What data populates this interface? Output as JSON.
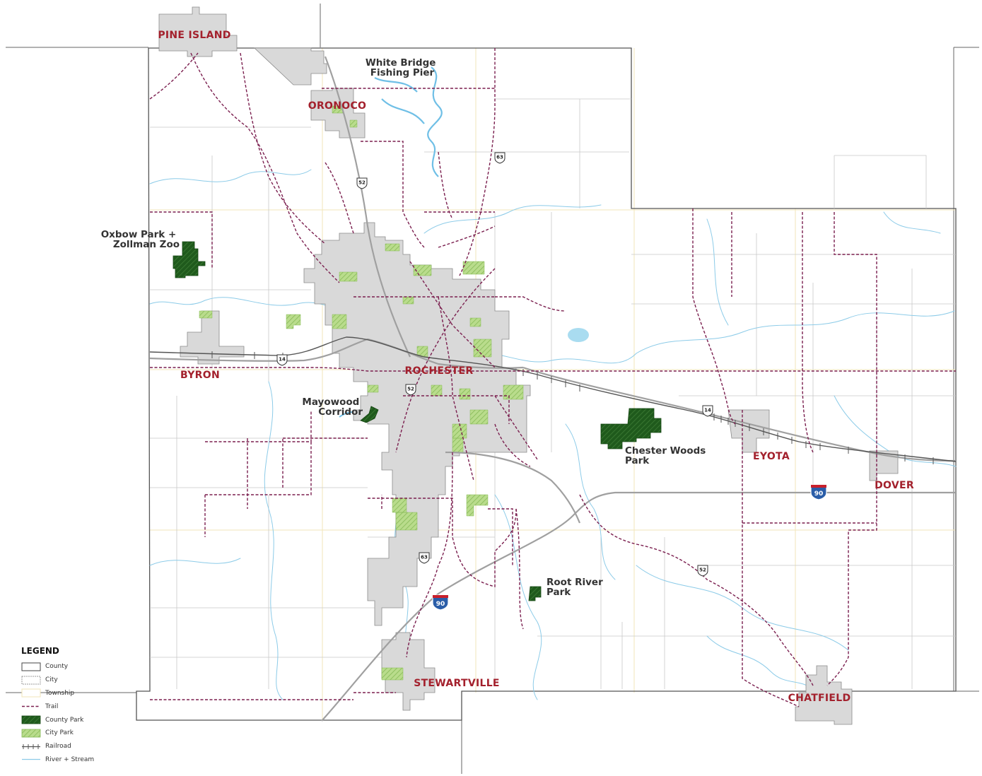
{
  "cities": [
    {
      "id": "pine-island",
      "label": "PINE ISLAND"
    },
    {
      "id": "oronoco",
      "label": "ORONOCO"
    },
    {
      "id": "byron",
      "label": "BYRON"
    },
    {
      "id": "rochester",
      "label": "ROCHESTER"
    },
    {
      "id": "eyota",
      "label": "EYOTA"
    },
    {
      "id": "dover",
      "label": "DOVER"
    },
    {
      "id": "stewartville",
      "label": "STEWARTVILLE"
    },
    {
      "id": "chatfield",
      "label": "CHATFIELD"
    }
  ],
  "parks": [
    {
      "id": "white-bridge",
      "lines": [
        "White Bridge",
        "Fishing Pier"
      ]
    },
    {
      "id": "oxbow",
      "lines": [
        "Oxbow Park +",
        "Zollman Zoo"
      ]
    },
    {
      "id": "mayowood",
      "lines": [
        "Mayowood",
        "Corridor"
      ]
    },
    {
      "id": "chester-woods",
      "lines": [
        "Chester Woods",
        "Park"
      ]
    },
    {
      "id": "root-river",
      "lines": [
        "Root River",
        "Park"
      ]
    }
  ],
  "route_shields": [
    "52",
    "63",
    "14",
    "90"
  ],
  "legend": {
    "title": "LEGEND",
    "items": [
      {
        "key": "county",
        "label": "County"
      },
      {
        "key": "city",
        "label": "City"
      },
      {
        "key": "township",
        "label": "Township"
      },
      {
        "key": "trail",
        "label": "Trail"
      },
      {
        "key": "county-park",
        "label": "County Park"
      },
      {
        "key": "city-park",
        "label": "City Park"
      },
      {
        "key": "railroad",
        "label": "Railroad"
      },
      {
        "key": "river",
        "label": "River + Stream"
      }
    ]
  },
  "colors": {
    "city_label": "#a3202c",
    "trail": "#7b1f4f",
    "city_fill": "#d9d9d9",
    "county_park": "#1f5a1c",
    "city_park": "#9cc96a",
    "river": "#6fbfe6",
    "township": "#f2e6b8",
    "road": "#9a9a9a"
  }
}
